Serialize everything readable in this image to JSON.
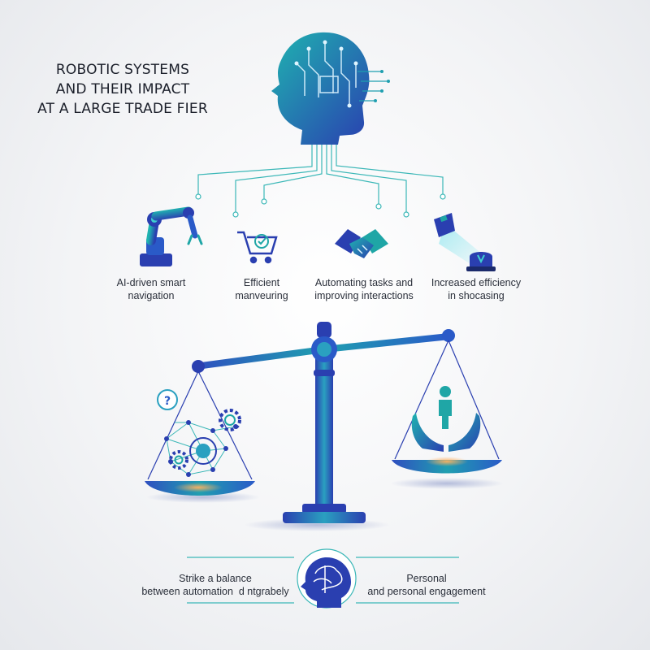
{
  "title": {
    "line1": "ROBOTIC SYSTEMS",
    "line2": "AND THEIR IMPACT",
    "line3": "AT A LARGE TRADE FIER"
  },
  "features": [
    {
      "icon": "robot-arm-icon",
      "line1": "AI-driven smart",
      "line2": "navigation"
    },
    {
      "icon": "shopping-cart-icon",
      "line1": "Efficient",
      "line2": "manveuring"
    },
    {
      "icon": "handshake-icon",
      "line1": "Automating tasks and",
      "line2": "improving interactions"
    },
    {
      "icon": "spotlight-icon",
      "line1": "Increased efficiency",
      "line2": "in shocasing"
    }
  ],
  "balance": {
    "left_icon": "ai-network-icon",
    "right_icon": "person-in-hands-icon",
    "question_mark": "?"
  },
  "bottom": {
    "left_line1": "Strike a balance",
    "left_line2": "between automation  d ntgrabely",
    "right_line1": "Personal",
    "right_line2": "and personal engagement",
    "center_icon": "brain-head-icon"
  },
  "colors": {
    "primary_blue": "#2a52b8",
    "teal": "#1fa6a6",
    "dark_navy": "#1b2a6b"
  }
}
